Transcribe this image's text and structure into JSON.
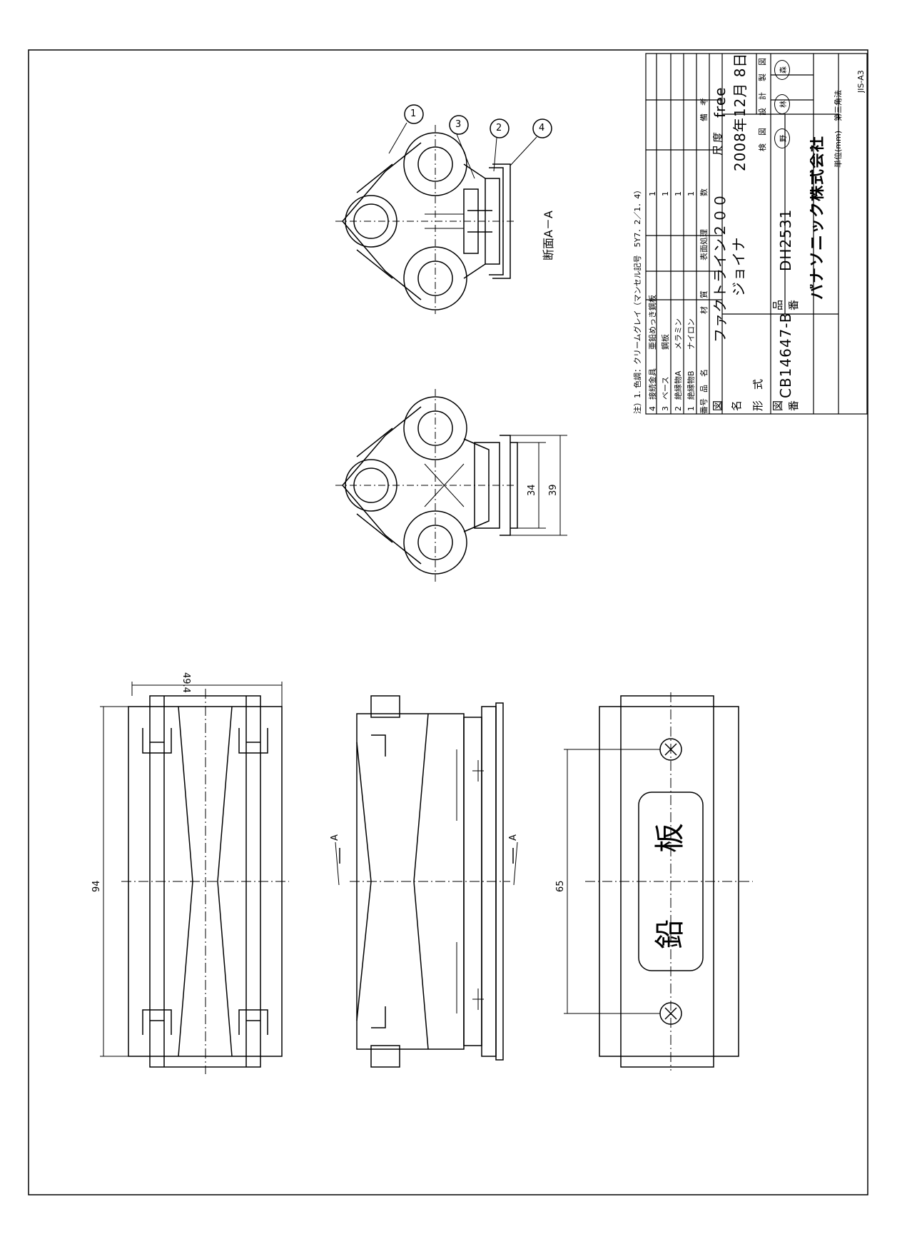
{
  "notes": {
    "note_line": "注）1. 色調：クリームグレイ（マンセル記号　5Y7．2／1．4）"
  },
  "parts_header": {
    "no": "番号",
    "name": "品　名",
    "material": "材　質",
    "finish": "表面処理",
    "qty": "数",
    "remarks": "備　考"
  },
  "parts": [
    {
      "no": "4",
      "name": "接続金具",
      "material": "亜鉛めっき鋼板",
      "qty": "1"
    },
    {
      "no": "3",
      "name": "ベース",
      "material": "鋼板",
      "qty": "1"
    },
    {
      "no": "2",
      "name": "絶縁物A",
      "material": "メラミン",
      "qty": "1"
    },
    {
      "no": "1",
      "name": "絶縁物B",
      "material": "ナイロン",
      "qty": "1"
    }
  ],
  "title_block": {
    "drawing_name_label_1": "図",
    "drawing_name_label_2": "名",
    "product_name": "ファクトライン２００",
    "product_subname": "ジョイナ",
    "scale_label_1": "尺",
    "scale_label_2": "度",
    "scale_value": "free",
    "date": "2008年12月 8日",
    "model_label": "形　式",
    "drawing_no_label_1": "図",
    "drawing_no_label_2": "番",
    "drawing_no": "CB14647-B",
    "part_no_label_1": "品",
    "part_no_label_2": "番",
    "part_no": "DH2531",
    "check_label": "検　図",
    "design_label": "設　計",
    "draft_label": "製　図",
    "stamp_check": "野",
    "stamp_design": "林",
    "stamp_draft": "森",
    "company": "パナソニック株式会社",
    "unit": "単位(mm)",
    "projection": "第三角法",
    "sheet_size": "JIS-A3"
  },
  "drawing": {
    "section_label": "断面A－A",
    "callouts": [
      "1",
      "3",
      "2",
      "4"
    ],
    "dim_side_width": "49.4",
    "dim_side_length": "94",
    "dim_end_inner": "34",
    "dim_end_outer": "39",
    "dim_screw_pitch": "65",
    "section_mark": "A",
    "plate_text_1": "鉛",
    "plate_text_2": "板"
  }
}
